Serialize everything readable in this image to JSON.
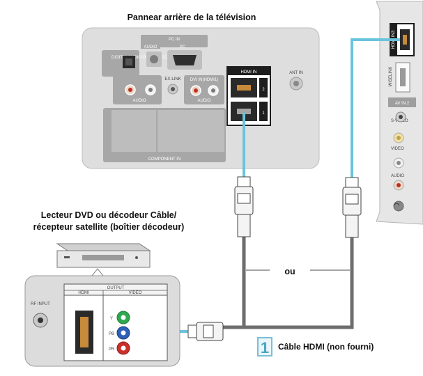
{
  "tv_panel": {
    "title": "Pannear arrière de la télévision",
    "pc_in": "PC IN",
    "audio": "AUDIO",
    "pc": "PC",
    "digital_audio_out": "DIGITAL AUDIO OUT (OPTICAL)",
    "ex_link": "EX-LINK",
    "dvi_in_hdmi": "DVI IN(HDMI1)",
    "hdmi_in": "HDMI IN",
    "ant_in": "ANT IN",
    "component_in": "COMPONENT IN",
    "port_2": "2",
    "port_1": "1"
  },
  "tv_side": {
    "hdmi_in3": "HDMI IN3",
    "wiselink": "WISELINK",
    "av_in2": "AV IN 2",
    "s_video": "S-VIDEO",
    "video": "VIDEO",
    "audio": "AUDIO"
  },
  "device": {
    "title_line1": "Lecteur DVD ou décodeur Câble/",
    "title_line2": "récepteur satellite (boîtier décodeur)",
    "output": "OUTPUT",
    "hdmi": "HDMI",
    "video": "VIDEO",
    "rf_input": "RF INPUT",
    "y": "Y",
    "pb": "PB",
    "pr": "PR"
  },
  "cable": {
    "or_label": "ou",
    "callout_number": "1",
    "callout_label": "Câble HDMI (non fourni)"
  },
  "colors": {
    "accent_blue": "#69c3dc",
    "cable_gray": "#6d6d6d",
    "panel_gray": "#dadada",
    "port_dark": "#2a2a2a"
  }
}
